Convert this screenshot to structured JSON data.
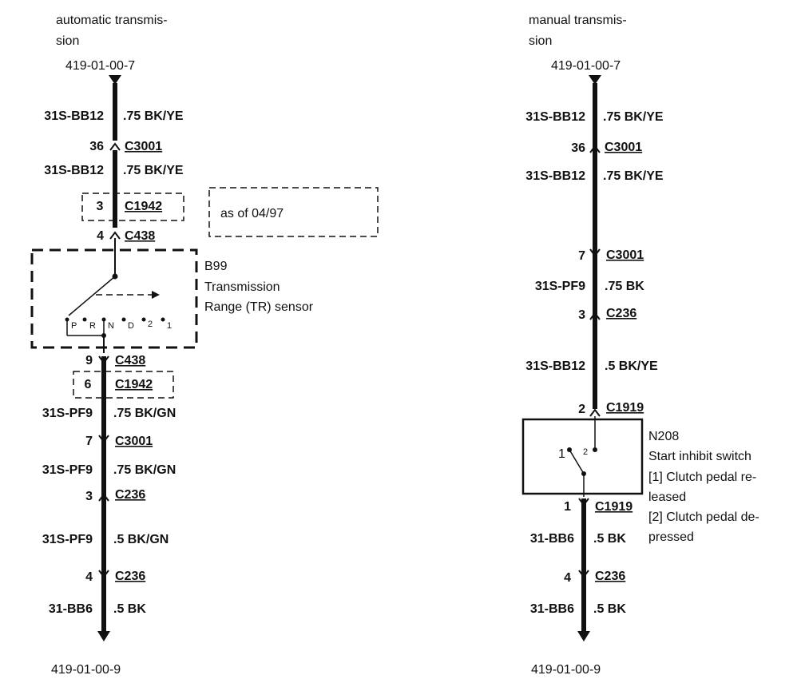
{
  "left": {
    "title_line1": "automatic transmis-",
    "title_line2": "sion",
    "top_ref": "419-01-00-7",
    "bottom_ref": "419-01-00-9",
    "wire1_code": "31S-BB12",
    "wire1_spec": ".75 BK/YE",
    "conn1_pin": "36",
    "conn1_id": "C3001",
    "wire2_code": "31S-BB12",
    "wire2_spec": ".75 BK/YE",
    "conn2_pin": "3",
    "conn2_id": "C1942",
    "note": "as of 04/97",
    "conn3_pin": "4",
    "conn3_id": "C438",
    "sensor_id": "B99",
    "sensor_name_line1": "Transmission",
    "sensor_name_line2": "Range (TR) sensor",
    "positions": [
      "P",
      "R",
      "N",
      "D",
      "2",
      "1"
    ],
    "conn4_pin": "9",
    "conn4_id": "C438",
    "conn5_pin": "6",
    "conn5_id": "C1942",
    "wire3_code": "31S-PF9",
    "wire3_spec": ".75 BK/GN",
    "conn6_pin": "7",
    "conn6_id": "C3001",
    "wire4_code": "31S-PF9",
    "wire4_spec": ".75 BK/GN",
    "conn7_pin": "3",
    "conn7_id": "C236",
    "wire5_code": "31S-PF9",
    "wire5_spec": ".5 BK/GN",
    "conn8_pin": "4",
    "conn8_id": "C236",
    "wire6_code": "31-BB6",
    "wire6_spec": ".5 BK"
  },
  "right": {
    "title_line1": "manual transmis-",
    "title_line2": "sion",
    "top_ref": "419-01-00-7",
    "bottom_ref": "419-01-00-9",
    "wire1_code": "31S-BB12",
    "wire1_spec": ".75 BK/YE",
    "conn1_pin": "36",
    "conn1_id": "C3001",
    "wire2_code": "31S-BB12",
    "wire2_spec": ".75 BK/YE",
    "conn2_pin": "7",
    "conn2_id": "C3001",
    "wire3_code": "31S-PF9",
    "wire3_spec": ".75 BK",
    "conn3_pin": "3",
    "conn3_id": "C236",
    "wire4_code": "31S-BB12",
    "wire4_spec": ".5 BK/YE",
    "conn4_pin": "2",
    "conn4_id": "C1919",
    "switch_id": "N208",
    "switch_name": "Start inhibit switch",
    "switch_note1_line1": "[1] Clutch pedal re-",
    "switch_note1_line2": "leased",
    "switch_note2_line1": "[2] Clutch pedal de-",
    "switch_note2_line2": "pressed",
    "switch_pin1": "1",
    "switch_pin2": "2",
    "conn5_pin": "1",
    "conn5_id": "C1919",
    "wire5_code": "31-BB6",
    "wire5_spec": ".5 BK",
    "conn6_pin": "4",
    "conn6_id": "C236",
    "wire6_code": "31-BB6",
    "wire6_spec": ".5 BK"
  }
}
